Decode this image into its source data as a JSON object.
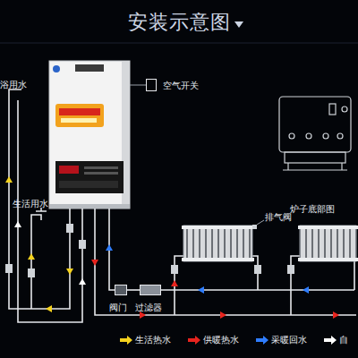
{
  "diagram": {
    "title": "安装示意图",
    "nodes": [
      {
        "text": [
          "空气开关"
        ]
      },
      {
        "text": [
          "炉子底部图"
        ]
      },
      {
        "text": [
          "阀门"
        ]
      },
      {
        "text": [
          "过滤器"
        ]
      }
    ],
    "edges": [
      {
        "from": 2,
        "to": 3,
        "arrow": "none"
      }
    ],
    "labels": [
      "浴用水",
      "生活用水",
      "排气阀"
    ],
    "legend": [
      {
        "text": "生活热水",
        "color": "#f5d21e"
      },
      {
        "text": "供暖热水",
        "color": "#e8241e"
      },
      {
        "text": "采暖回水",
        "color": "#2f7dff"
      },
      {
        "text": "自",
        "color": "#ffffff"
      }
    ]
  }
}
